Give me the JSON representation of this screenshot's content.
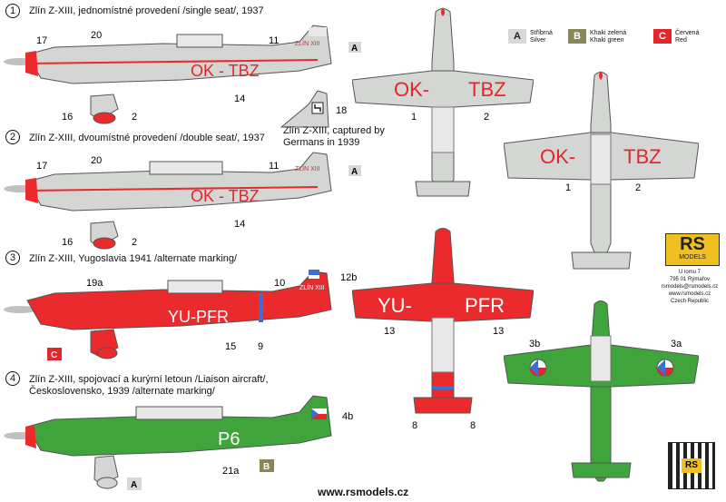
{
  "views": {
    "v1": {
      "no": "1",
      "caption": "Zlín Z-XIII, jednomístné provedení /single seat/, 1937",
      "registration": "OK - TBZ",
      "tail": "ZLÍN XIII",
      "callouts": {
        "a": "17",
        "b": "20",
        "c": "11",
        "d": "14",
        "e": "16",
        "f": "2",
        "g": "A"
      }
    },
    "v2": {
      "no": "2",
      "caption": "Zlín Z-XIII, dvoumístné provedení /double seat/, 1937",
      "registration": "OK - TBZ",
      "tail": "ZLÍN XIII",
      "callouts": {
        "a": "17",
        "b": "20",
        "c": "11",
        "d": "14",
        "e": "16",
        "f": "2",
        "g": "A"
      }
    },
    "v3": {
      "no": "3",
      "caption": "Zlín Z-XIII, Yugoslavia 1941 /alternate marking/",
      "registration": "YU-PFR",
      "tail": "ZLÍN XIII",
      "callouts": {
        "a": "19a",
        "b": "10",
        "c": "12b",
        "d": "15",
        "e": "9",
        "f": "C"
      }
    },
    "v4": {
      "no": "4",
      "caption_line1": "Zlín Z-XIII, spojovací a kurýrní letoun /Liaison aircraft/,",
      "caption_line2": "Československo, 1939 /alternate marking/",
      "registration": "P6",
      "callouts": {
        "a": "4b",
        "b": "21a",
        "c": "B",
        "d": "A"
      }
    },
    "tail_detail": {
      "callout": "18",
      "caption_line1": "Zlín Z-XIII, captured by",
      "caption_line2": "Germans in 1939"
    }
  },
  "top_views": {
    "silver_top": {
      "reg_left": "OK-",
      "reg_right": "TBZ",
      "c1": "1",
      "c2": "2"
    },
    "silver_bottom": {
      "reg_left": "OK-",
      "reg_right": "TBZ",
      "c1": "1",
      "c2": "2"
    },
    "red": {
      "reg_left": "YU-",
      "reg_right": "PFR",
      "c1": "13",
      "c2": "13",
      "c3": "8",
      "c4": "8"
    },
    "green": {
      "c1": "3b",
      "c2": "3a"
    }
  },
  "legend": [
    {
      "code": "A",
      "cz": "Stříbrná",
      "en": "Silver",
      "color": "#d8d8d8",
      "text_color": "#222222"
    },
    {
      "code": "B",
      "cz": "Khaki zelená",
      "en": "Khaki green",
      "color": "#8a8556",
      "text_color": "#ffffff"
    },
    {
      "code": "C",
      "cz": "Červená",
      "en": "Red",
      "color": "#e4262c",
      "text_color": "#ffffff"
    }
  ],
  "company": {
    "logo_top": "RS",
    "logo_bottom": "MODELS",
    "address": [
      "U lomu 7",
      "795 01 Rýmařov",
      "rsmodels@rsmodels.cz",
      "www.rsmodels.cz",
      "Czech Republic"
    ],
    "qr_label": "RS"
  },
  "footer": {
    "url": "www.rsmodels.cz"
  },
  "colors": {
    "silver": "#d4d6d3",
    "red": "#ea2a2d",
    "green": "#3fa43b",
    "marking_red": "#e4262c",
    "dark": "#222222"
  }
}
